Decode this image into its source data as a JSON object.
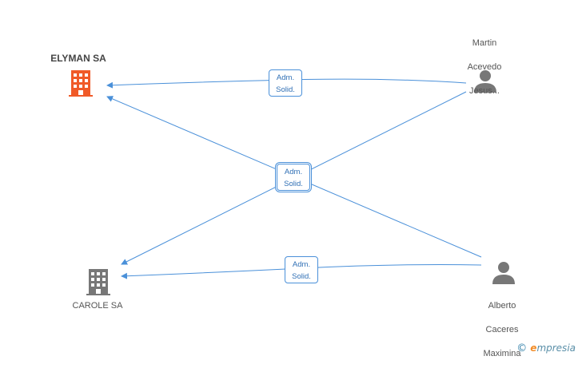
{
  "nodes": {
    "elyman": {
      "label": "ELYMAN SA",
      "type": "company",
      "color": "#f05a28"
    },
    "carole": {
      "label": "CAROLE SA",
      "type": "company",
      "color": "#777777"
    },
    "martin": {
      "label_lines": [
        "Martin",
        "Acevedo",
        "Jesus..."
      ],
      "type": "person",
      "color": "#777777"
    },
    "alberto": {
      "label_lines": [
        "Alberto",
        "Caceres",
        "Maximina"
      ],
      "type": "person",
      "color": "#777777"
    }
  },
  "edges": [
    {
      "from": "martin",
      "to": "elyman",
      "label_line1": "Adm.",
      "label_line2": "Solid."
    },
    {
      "from": "martin",
      "to": "carole",
      "label_line1": "Adm.",
      "label_line2": "Solid."
    },
    {
      "from": "alberto",
      "to": "elyman",
      "label_line1": "Adm.",
      "label_line2": "Solid."
    },
    {
      "from": "alberto",
      "to": "carole",
      "label_line1": "Adm.",
      "label_line2": "Solid."
    }
  ],
  "edge_color": "#4a90d9",
  "brand": {
    "copyright": "©",
    "initial": "e",
    "name": "mpresia"
  }
}
